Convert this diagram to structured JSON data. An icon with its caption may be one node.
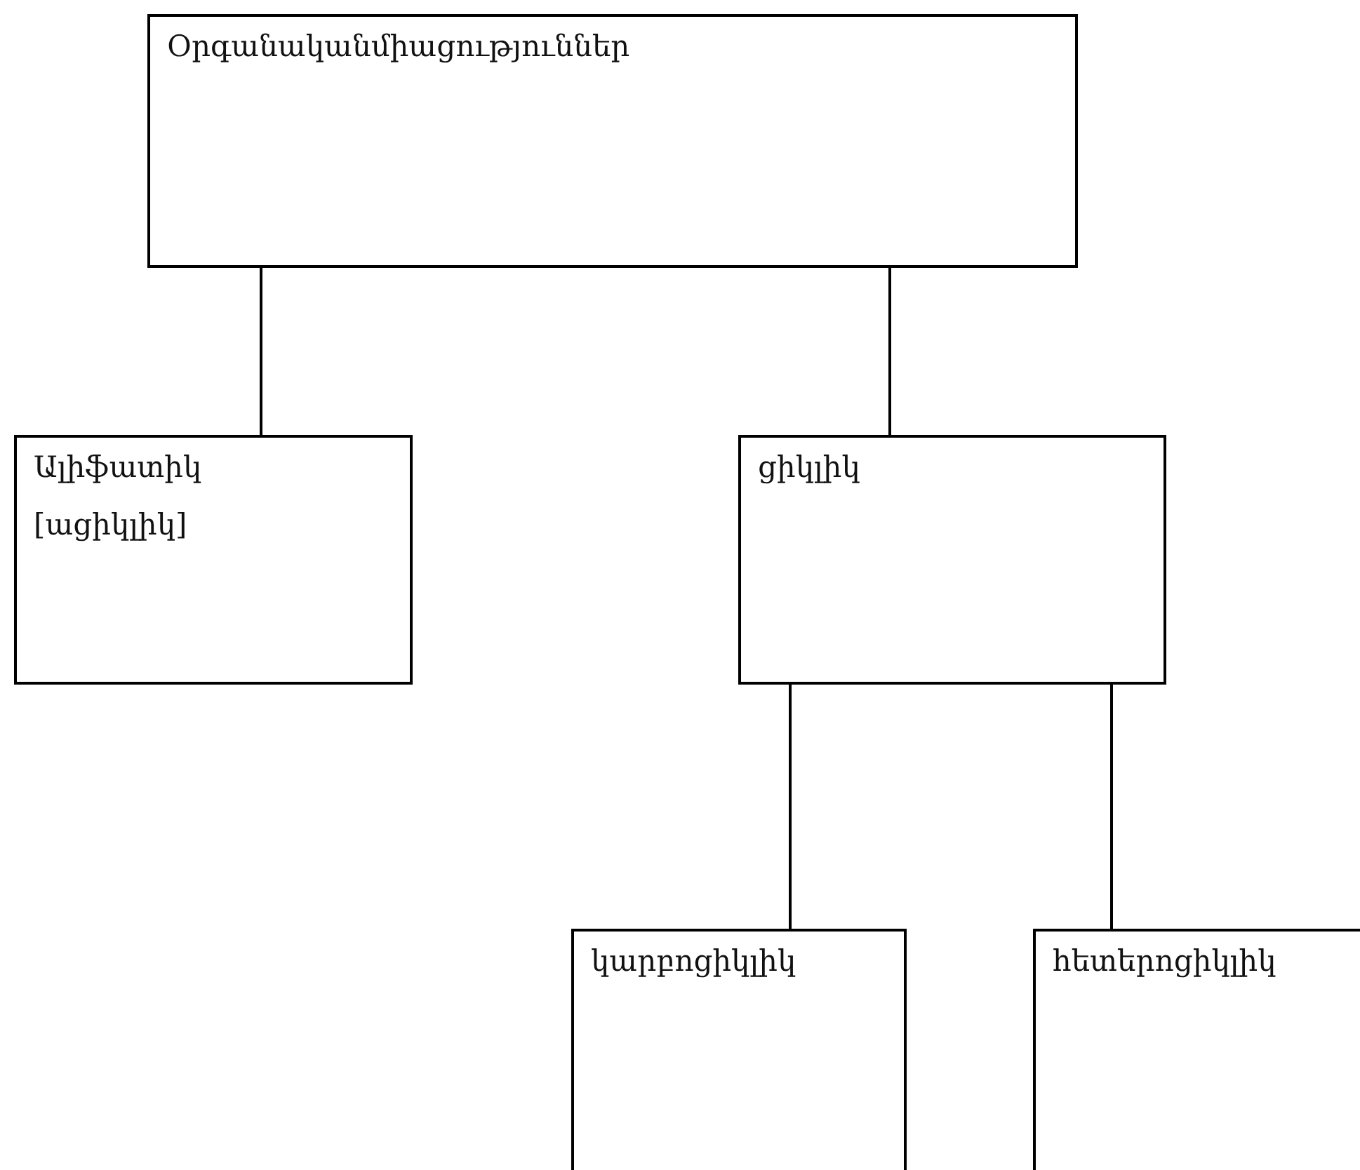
{
  "diagram": {
    "nodes": [
      {
        "text": [
          "Օրգանականմիացություններ"
        ]
      },
      {
        "text": [
          "Ալիֆատիկ",
          "[ացիկլիկ]"
        ]
      },
      {
        "text": [
          "ցիկլիկ"
        ]
      },
      {
        "text": [
          "կարբոցիկլիկ"
        ]
      },
      {
        "text": [
          "հետերոցիկլիկ"
        ]
      }
    ],
    "edges": [
      {
        "from": 0,
        "to": 1,
        "arrow": "none"
      },
      {
        "from": 0,
        "to": 2,
        "arrow": "none"
      },
      {
        "from": 2,
        "to": 3,
        "arrow": "none"
      },
      {
        "from": 2,
        "to": 4,
        "arrow": "none"
      }
    ]
  }
}
